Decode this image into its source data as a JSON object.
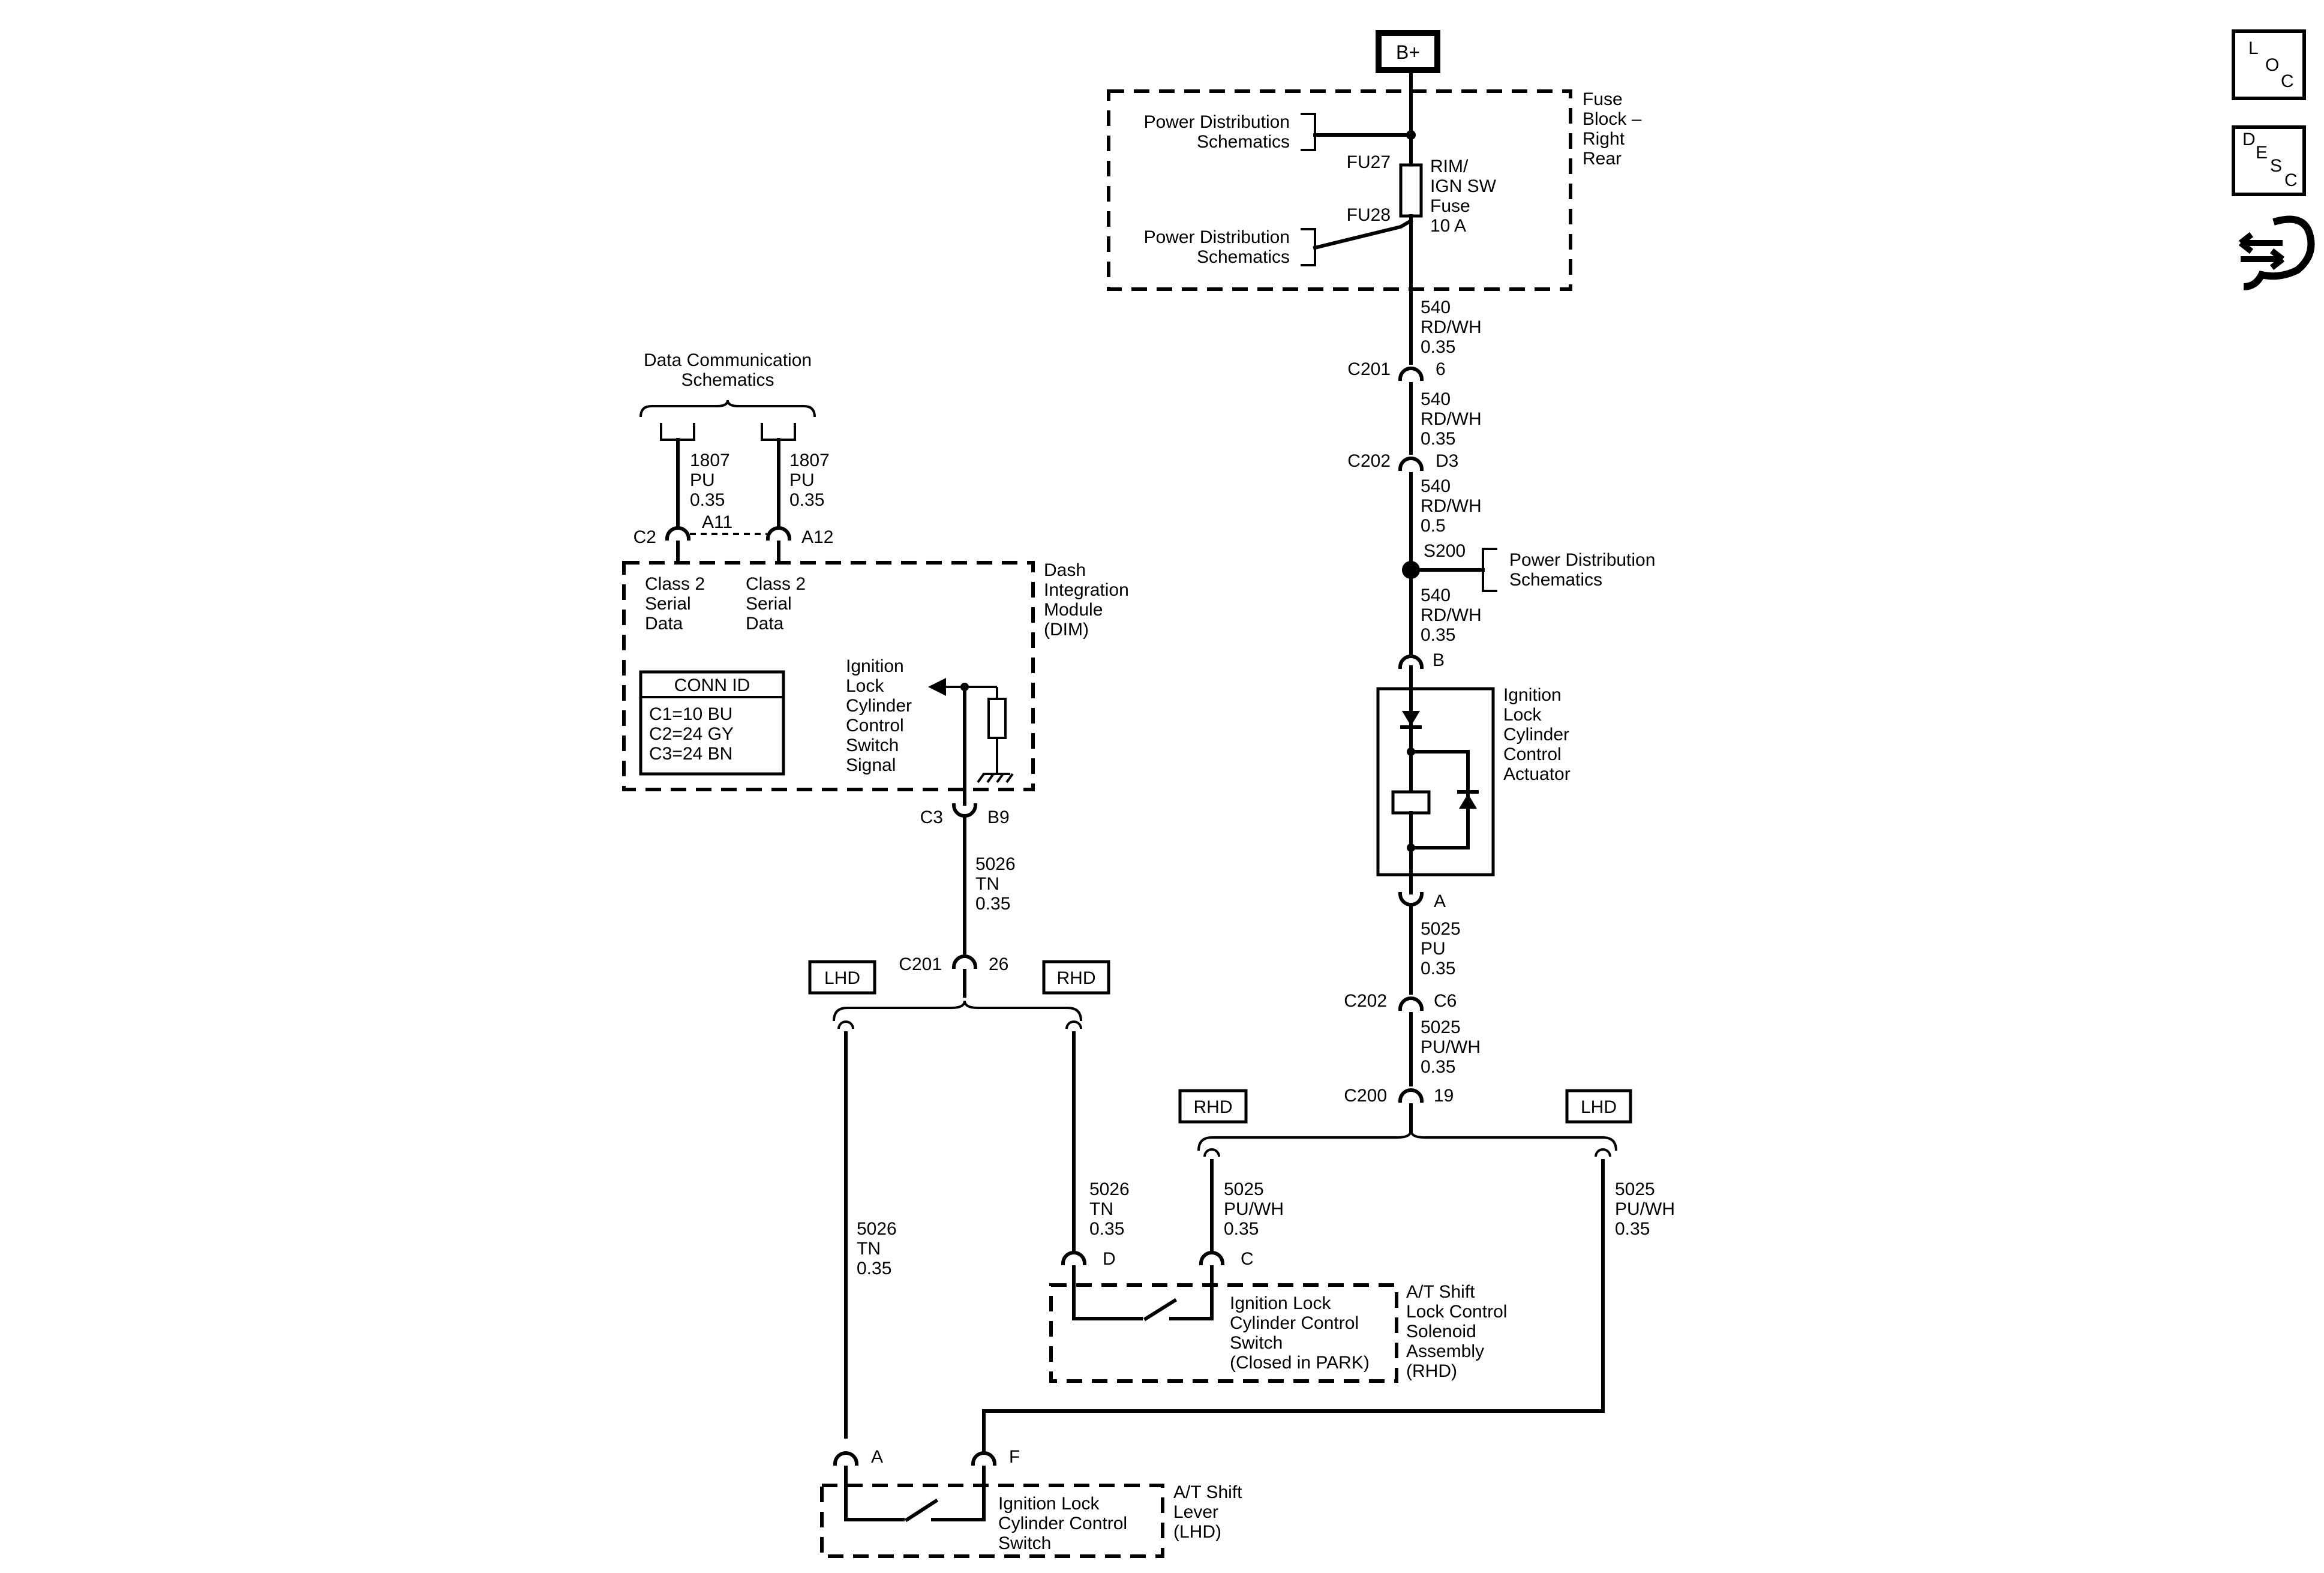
{
  "power": {
    "bplus": "B+",
    "fuse_block": [
      "Fuse",
      "Block –",
      "Right",
      "Rear"
    ],
    "pds_label_1": [
      "Power Distribution",
      "Schematics"
    ],
    "pds_label_2": [
      "Power Distribution",
      "Schematics"
    ],
    "fu27": "FU27",
    "fu28": "FU28",
    "fuse_name": [
      "RIM/",
      "IGN SW",
      "Fuse",
      "10 A"
    ]
  },
  "main_wire": {
    "w1": [
      "540",
      "RD/WH",
      "0.35"
    ],
    "c201": "C201",
    "c201_pin": "6",
    "w2": [
      "540",
      "RD/WH",
      "0.35"
    ],
    "c202": "C202",
    "c202_pin": "D3",
    "w3": [
      "540",
      "RD/WH",
      "0.5"
    ],
    "s200": "S200",
    "pds_label_3": [
      "Power Distribution",
      "Schematics"
    ],
    "w4": [
      "540",
      "RD/WH",
      "0.35"
    ],
    "pin_b": "B"
  },
  "actuator": {
    "label": [
      "Ignition",
      "Lock",
      "Cylinder",
      "Control",
      "Actuator"
    ],
    "pin_a": "A",
    "w5": [
      "5025",
      "PU",
      "0.35"
    ],
    "c202": "C202",
    "c202_pin": "C6",
    "w6": [
      "5025",
      "PU/WH",
      "0.35"
    ],
    "c200": "C200",
    "c200_pin": "19"
  },
  "dim": {
    "data_comm": [
      "Data Communication",
      "Schematics"
    ],
    "wire_left": [
      "1807",
      "PU",
      "0.35"
    ],
    "wire_right": [
      "1807",
      "PU",
      "0.35"
    ],
    "c2": "C2",
    "a11": "A11",
    "a12": "A12",
    "class2_left": [
      "Class 2",
      "Serial",
      "Data"
    ],
    "class2_right": [
      "Class 2",
      "Serial",
      "Data"
    ],
    "module_name": [
      "Dash",
      "Integration",
      "Module",
      "(DIM)"
    ],
    "conn_id_title": "CONN ID",
    "conn_id_rows": [
      "C1=10 BU",
      "C2=24 GY",
      "C3=24 BN"
    ],
    "signal_label": [
      "Ignition",
      "Lock",
      "Cylinder",
      "Control",
      "Switch",
      "Signal"
    ],
    "c3": "C3",
    "b9": "B9",
    "wire_out": [
      "5026",
      "TN",
      "0.35"
    ],
    "c201": "C201",
    "c201_pin": "26"
  },
  "branches": {
    "lhd_left": "LHD",
    "rhd_left": "RHD",
    "rhd_right": "RHD",
    "lhd_right": "LHD",
    "wire_5026_lhd": [
      "5026",
      "TN",
      "0.35"
    ],
    "wire_5026_rhd": [
      "5026",
      "TN",
      "0.35"
    ],
    "wire_5025_rhd": [
      "5025",
      "PU/WH",
      "0.35"
    ],
    "wire_5025_lhd": [
      "5025",
      "PU/WH",
      "0.35"
    ]
  },
  "rhd_assembly": {
    "pin_d": "D",
    "pin_c": "C",
    "switch_label": [
      "Ignition Lock",
      "Cylinder Control",
      "Switch",
      "(Closed in PARK)"
    ],
    "name": [
      "A/T Shift",
      "Lock Control",
      "Solenoid",
      "Assembly",
      "(RHD)"
    ]
  },
  "lhd_lever": {
    "pin_a": "A",
    "pin_f": "F",
    "switch_label": [
      "Ignition Lock",
      "Cylinder Control",
      "Switch"
    ],
    "name": [
      "A/T Shift",
      "Lever",
      "(LHD)"
    ]
  },
  "side_icons": {
    "loc": [
      "L",
      "O",
      "C"
    ],
    "desc": [
      "D",
      "E",
      "S",
      "C"
    ]
  }
}
